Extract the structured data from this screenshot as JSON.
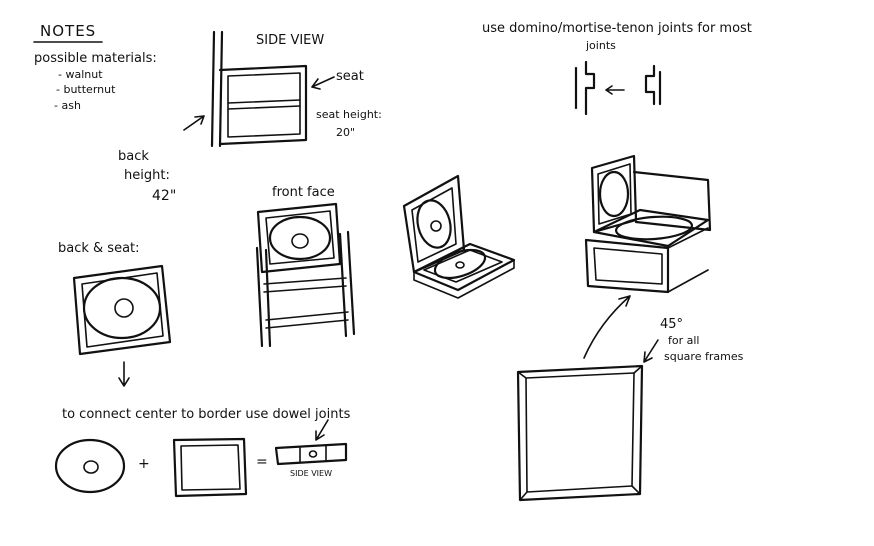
{
  "notes": {
    "title": "NOTES",
    "materials_label": "possible materials:",
    "materials": [
      "- walnut",
      "- butternut",
      "- ash"
    ]
  },
  "side_view": {
    "title": "SIDE VIEW",
    "seat_label": "seat",
    "seat_height_label": "seat height:",
    "seat_height_value": "20\"",
    "back_label": "back",
    "height_label": "height:",
    "back_height_value": "42\""
  },
  "joints": {
    "line1": "use domino/mortise-tenon joints for most",
    "line2": "joints"
  },
  "front_face": {
    "title": "front face"
  },
  "back_seat": {
    "title": "back & seat:"
  },
  "connect": {
    "text": "to connect center to border use dowel joints",
    "plus": "+",
    "equals": "=",
    "side_view_small": "SIDE VIEW"
  },
  "frame_note": {
    "angle": "45°",
    "line1": "for all",
    "line2": "square frames"
  }
}
